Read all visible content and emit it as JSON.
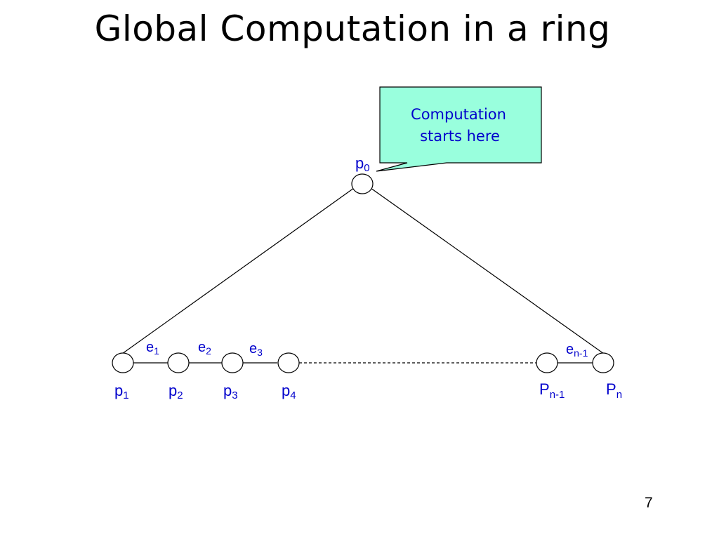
{
  "slide": {
    "title": "Global Computation in a ring",
    "page_number": "7"
  },
  "callout": {
    "line1": "Computation",
    "line2": "starts here",
    "fill": "#99ffdd"
  },
  "nodes": {
    "p0": {
      "base": "p",
      "sub": "0"
    },
    "p1": {
      "base": "p",
      "sub": "1"
    },
    "p2": {
      "base": "p",
      "sub": "2"
    },
    "p3": {
      "base": "p",
      "sub": "3"
    },
    "p4": {
      "base": "p",
      "sub": "4"
    },
    "pn1": {
      "base": "P",
      "sub": "n-1"
    },
    "pn": {
      "base": "P",
      "sub": "n"
    }
  },
  "edges": {
    "e1": {
      "base": "e",
      "sub": "1"
    },
    "e2": {
      "base": "e",
      "sub": "2"
    },
    "e3": {
      "base": "e",
      "sub": "3"
    },
    "en1": {
      "base": "e",
      "sub": "n-1"
    }
  },
  "colors": {
    "label": "#0000cc",
    "line": "#000000"
  }
}
